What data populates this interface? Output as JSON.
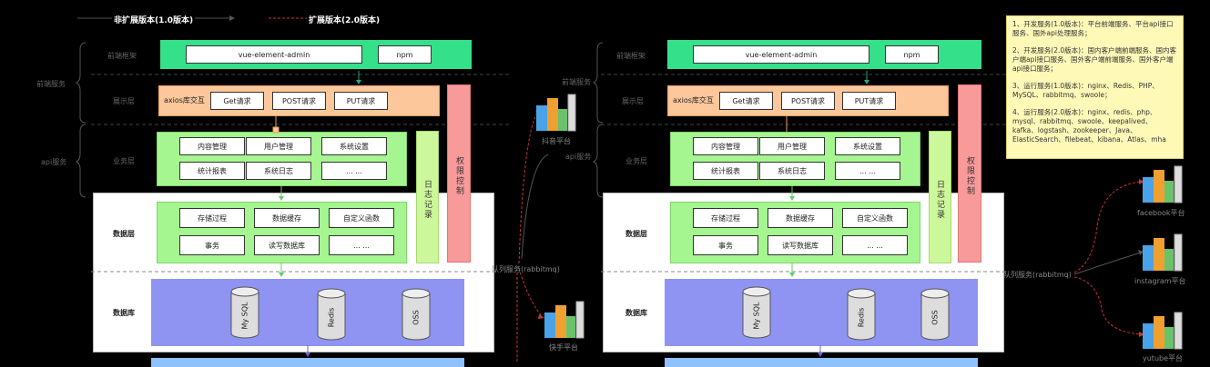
{
  "legend": {
    "v1": "非扩展版本(1.0版本)",
    "v2": "扩展版本(2.0版本)"
  },
  "groups": {
    "frontend": "前端服务",
    "api": "api服务"
  },
  "layers": {
    "framework": "前端框架",
    "display": "展示层",
    "business": "业务层",
    "data": "数据层",
    "database": "数据库"
  },
  "framework_items": [
    "vue-element-admin",
    "npm"
  ],
  "display_items": [
    "axios库交互",
    "Get请求",
    "POST请求",
    "PUT请求"
  ],
  "business_items": [
    "内容管理",
    "用户管理",
    "系统设置",
    "统计报表",
    "系统日志",
    "... ..."
  ],
  "data_items": [
    "存储过程",
    "数据缓存",
    "自定义函数",
    "事务",
    "读写数据库",
    "... ..."
  ],
  "databases": [
    "My SQL",
    "Redis",
    "OSS"
  ],
  "side_bars": {
    "log": "日志记录",
    "auth": "权限控制"
  },
  "queue_label": "队列服务(rabbitmq)",
  "platforms_v1": [
    "抖音平台",
    "快手平台"
  ],
  "platforms_v2": [
    "facebook平台",
    "instagram平台",
    "yutube平台"
  ],
  "note": [
    "1、开发服务(1.0版本)：平台前端服务、平台api接口服务、国外api处理服务；",
    "2、开发服务(2.0版本)：国内客户端前端服务、国内客户端api接口服务、国外客户端前端服务、国外客户端api接口服务；",
    "3、运行服务(1.0版本)：nginx、Redis、PHP、MySQL、rabbitmq、swoole；",
    "4、运行服务(2.0版本)：nginx、redis、php、mysql、rabbitmq、swoole、keepalived、kafka、logstash、zookeeper、Java、ElasticSearch、filebeat、kibana、Atlas、mha"
  ],
  "colors": {
    "framework": "#35e08a",
    "display": "#fcc79a",
    "business": "#a5f590",
    "log": "#ccf79a",
    "auth": "#f99a9a",
    "database": "#8f93f2",
    "bottom": "#8fc0ff",
    "note": "#fff9b8"
  }
}
